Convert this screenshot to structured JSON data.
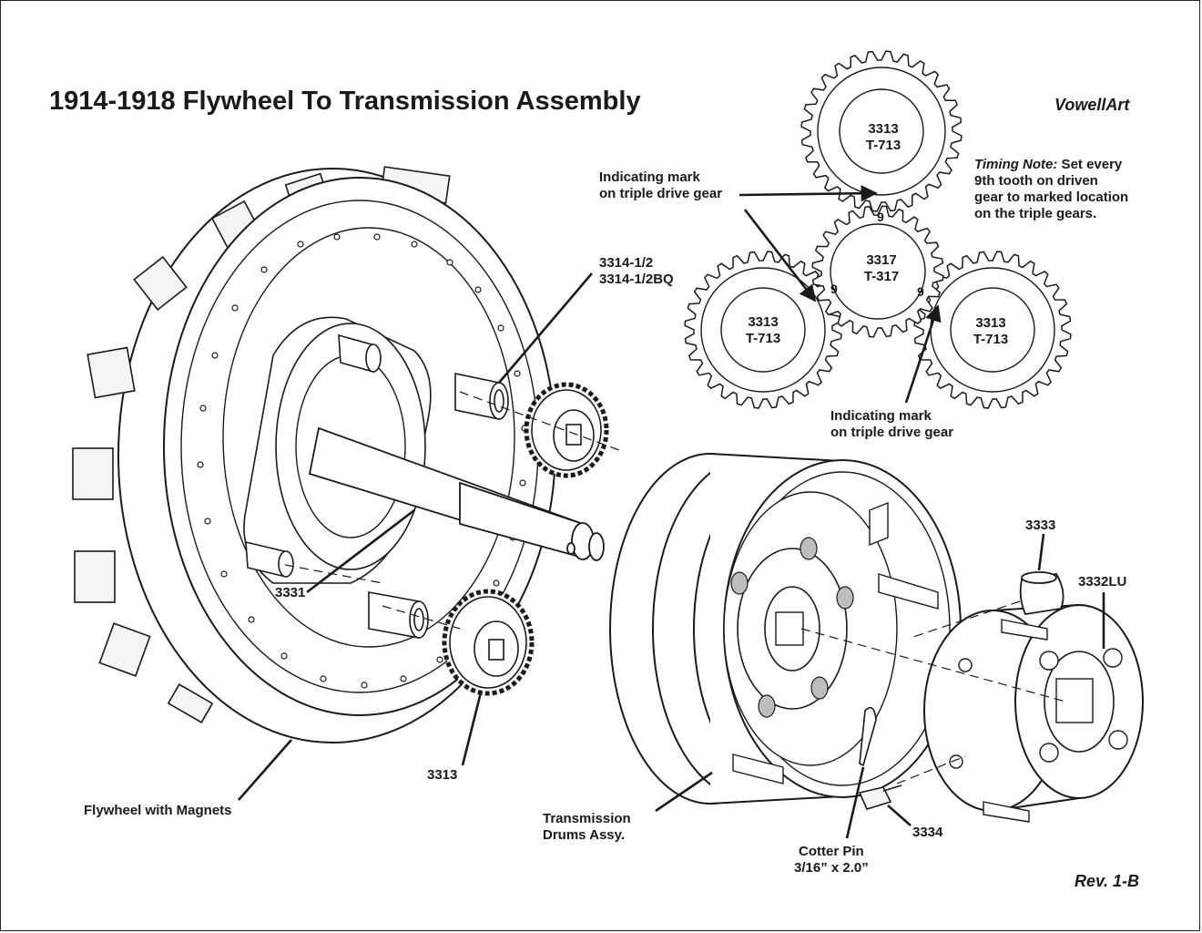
{
  "title": "1914-1918 Flywheel To Transmission Assembly",
  "brand": "VowellArt",
  "revision": "Rev. 1-B",
  "timing_note": {
    "label": "Timing Note:",
    "text_line1": " Set every",
    "line2": "9th tooth on driven",
    "line3": "gear to marked location",
    "line4": "on the triple gears."
  },
  "indicating_mark_top": {
    "line1": "Indicating mark",
    "line2": "on triple drive gear"
  },
  "indicating_mark_bottom": {
    "line1": "Indicating mark",
    "line2": "on triple drive gear"
  },
  "gears": {
    "top": {
      "part": "3313",
      "alt": "T-713"
    },
    "center": {
      "part": "3317",
      "alt": "T-317"
    },
    "left": {
      "part": "3313",
      "alt": "T-713"
    },
    "right": {
      "part": "3313",
      "alt": "T-713"
    },
    "tooth_mark": "9"
  },
  "callouts": {
    "p3314_line1": "3314-1/2",
    "p3314_line2": "3314-1/2BQ",
    "p3331": "3331",
    "p3313": "3313",
    "flywheel": "Flywheel with Magnets",
    "drums_line1": "Transmission",
    "drums_line2": "Drums Assy.",
    "cotter_line1": "Cotter Pin",
    "cotter_line2": "3/16” x 2.0”",
    "p3334": "3334",
    "p3333": "3333",
    "p3332": "3332LU"
  }
}
